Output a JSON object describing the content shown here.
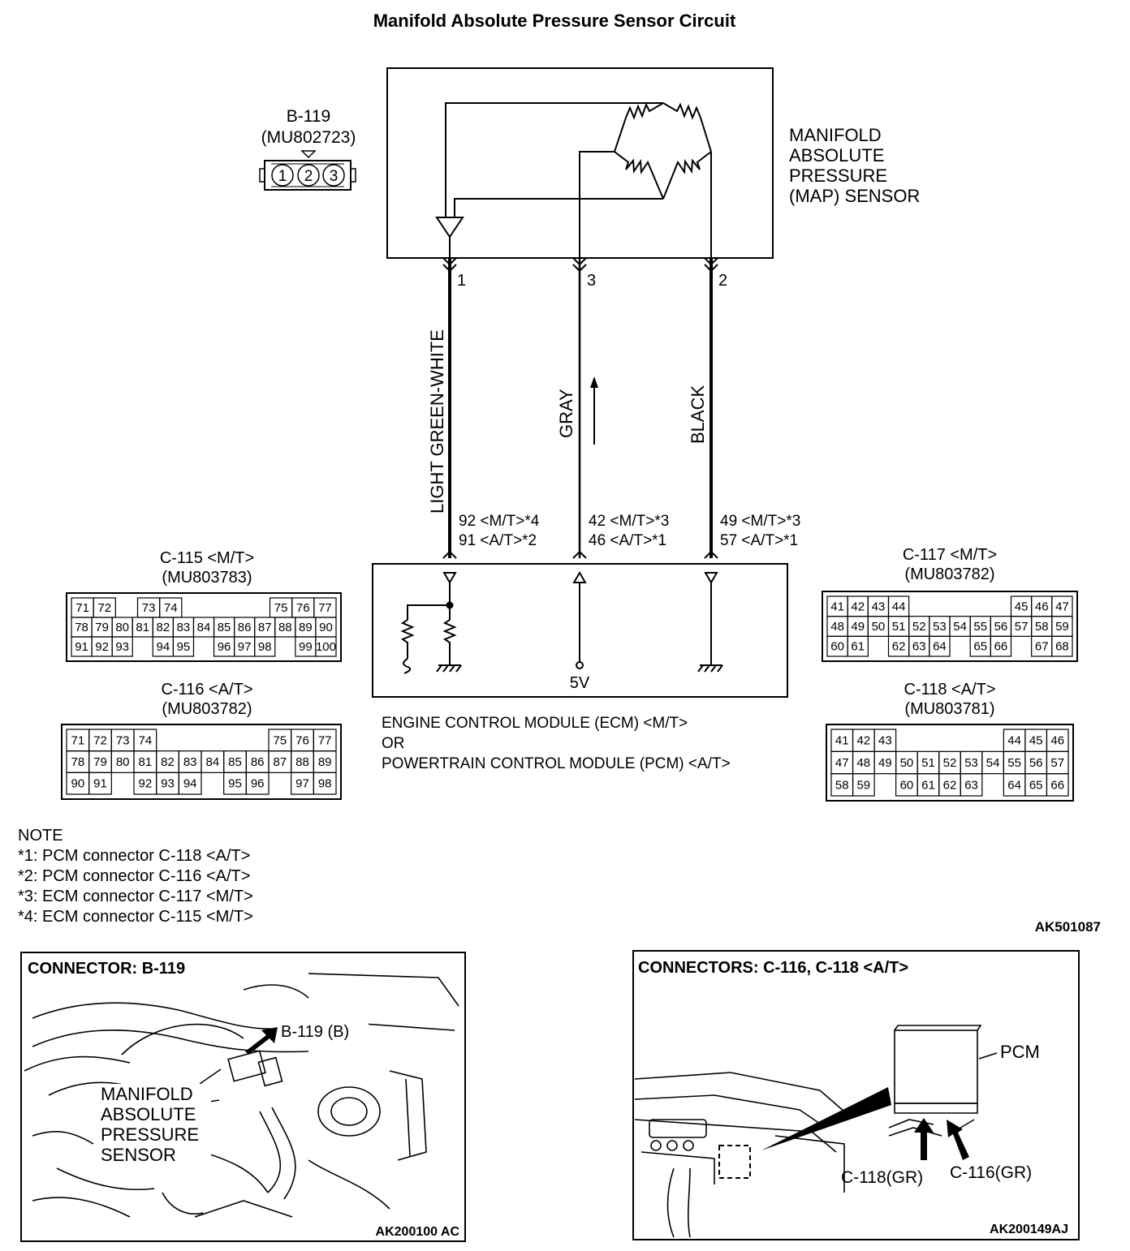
{
  "title": "Manifold Absolute Pressure Sensor Circuit",
  "image_codes": {
    "main": "AK501087",
    "photo_b119": "AK200100 AC",
    "photo_pcm": "AK200149AJ"
  },
  "sensor": {
    "name_lines": [
      "MANIFOLD",
      "ABSOLUTE",
      "PRESSURE",
      "(MAP) SENSOR"
    ],
    "connector_id": "B-119",
    "connector_part": "(MU802723)",
    "pins": [
      "1",
      "2",
      "3"
    ]
  },
  "wires": [
    {
      "pin": "1",
      "color": "LIGHT GREEN-WHITE",
      "term_mt": "92 <M/T>*4",
      "term_at": "91 <A/T>*2"
    },
    {
      "pin": "3",
      "color": "GRAY",
      "term_mt": "42 <M/T>*3",
      "term_at": "46 <A/T>*1"
    },
    {
      "pin": "2",
      "color": "BLACK",
      "term_mt": "49 <M/T>*3",
      "term_at": "57 <A/T>*1"
    }
  ],
  "module": {
    "lines": [
      "ENGINE CONTROL MODULE (ECM) <M/T>",
      "OR",
      "POWERTRAIN CONTROL MODULE (PCM) <A/T>"
    ],
    "supply": "5V"
  },
  "connectors": [
    {
      "id": "C-115 <M/T>",
      "part": "(MU803783)",
      "rows": [
        [
          "71",
          "72",
          "",
          "73",
          "74",
          "",
          "",
          "",
          "",
          "75",
          "76",
          "77"
        ],
        [
          "78",
          "79",
          "80",
          "81",
          "82",
          "83",
          "84",
          "85",
          "86",
          "87",
          "88",
          "89",
          "90"
        ],
        [
          "91",
          "92",
          "93",
          "",
          "94",
          "95",
          "",
          "96",
          "97",
          "98",
          "",
          "99",
          "100"
        ]
      ]
    },
    {
      "id": "C-116 <A/T>",
      "part": "(MU803782)",
      "rows": [
        [
          "71",
          "72",
          "73",
          "74",
          "",
          "",
          "",
          "",
          "",
          "75",
          "76",
          "77"
        ],
        [
          "78",
          "79",
          "80",
          "81",
          "82",
          "83",
          "84",
          "85",
          "86",
          "87",
          "88",
          "89"
        ],
        [
          "90",
          "91",
          "",
          "92",
          "93",
          "94",
          "",
          "95",
          "96",
          "",
          "97",
          "98"
        ]
      ]
    },
    {
      "id": "C-117 <M/T>",
      "part": "(MU803782)",
      "rows": [
        [
          "41",
          "42",
          "43",
          "44",
          "",
          "",
          "",
          "",
          "",
          "45",
          "46",
          "47"
        ],
        [
          "48",
          "49",
          "50",
          "51",
          "52",
          "53",
          "54",
          "55",
          "56",
          "57",
          "58",
          "59"
        ],
        [
          "60",
          "61",
          "",
          "62",
          "63",
          "64",
          "",
          "65",
          "66",
          "",
          "67",
          "68"
        ]
      ]
    },
    {
      "id": "C-118 <A/T>",
      "part": "(MU803781)",
      "rows": [
        [
          "41",
          "42",
          "43",
          "",
          "",
          "",
          "",
          "",
          "44",
          "45",
          "46"
        ],
        [
          "47",
          "48",
          "49",
          "50",
          "51",
          "52",
          "53",
          "54",
          "55",
          "56",
          "57"
        ],
        [
          "58",
          "59",
          "",
          "60",
          "61",
          "62",
          "63",
          "",
          "64",
          "65",
          "66"
        ]
      ]
    }
  ],
  "notes": {
    "heading": "NOTE",
    "lines": [
      "*1: PCM connector C-118 <A/T>",
      "*2: PCM connector C-116 <A/T>",
      "*3: ECM connector C-117 <M/T>",
      "*4: ECM connector C-115 <M/T>"
    ]
  },
  "photo_b119": {
    "title": "CONNECTOR: B-119",
    "callout": "B-119 (B)",
    "label_lines": [
      "MANIFOLD",
      "ABSOLUTE",
      "PRESSURE",
      "SENSOR"
    ]
  },
  "photo_pcm": {
    "title": "CONNECTORS: C-116, C-118 <A/T>",
    "pcm_label": "PCM",
    "c118_label": "C-118(GR)",
    "c116_label": "C-116(GR)"
  }
}
